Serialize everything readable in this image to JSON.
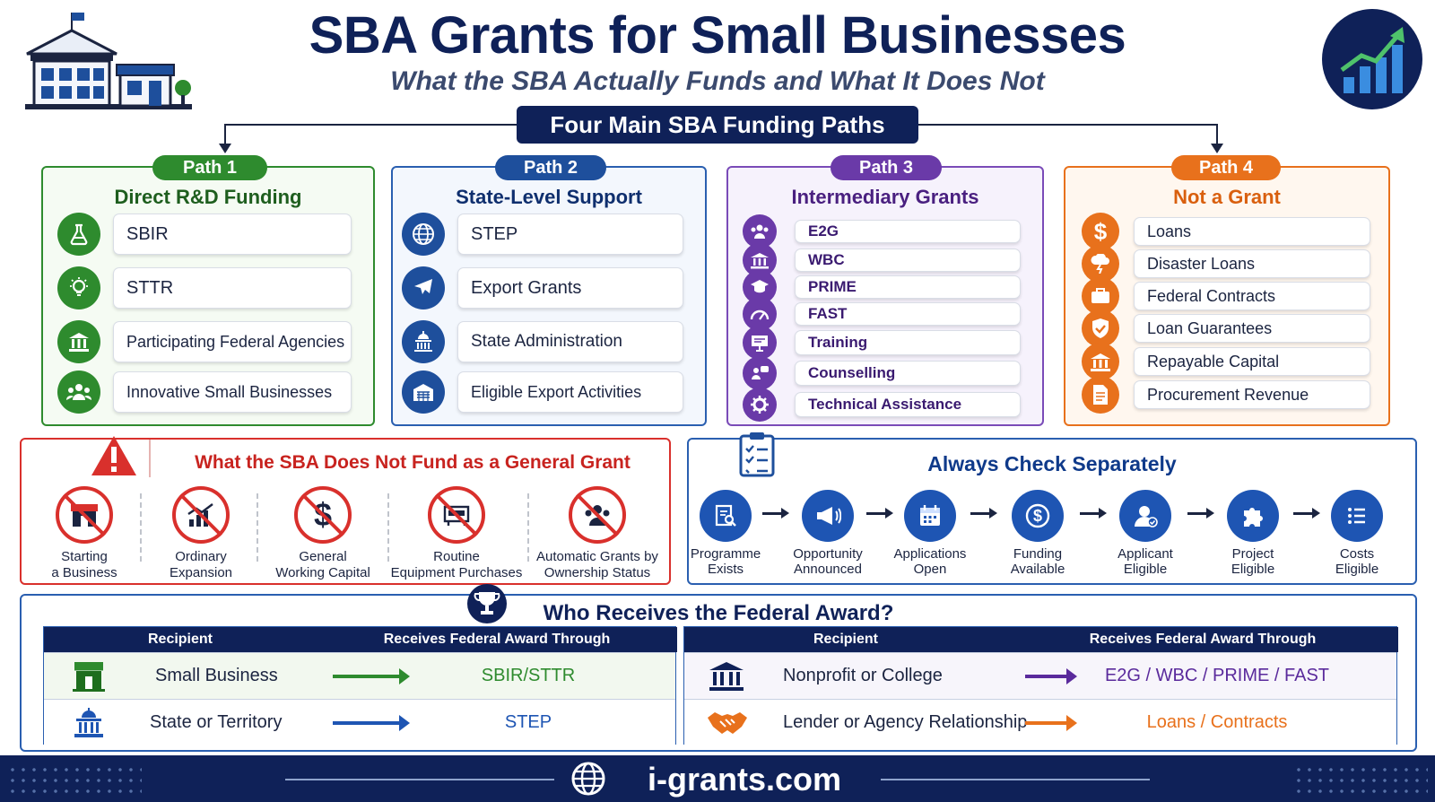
{
  "header": {
    "title": "SBA Grants for Small Businesses",
    "subtitle": "What the SBA Actually Funds and What It Does Not",
    "banner": "Four Main SBA Funding Paths"
  },
  "paths": [
    {
      "badge": "Path 1",
      "title": "Direct R&D Funding",
      "color": "#2e8b2e",
      "items": [
        {
          "label": "SBIR",
          "icon": "flask-icon"
        },
        {
          "label": "STTR",
          "icon": "lightbulb-icon"
        },
        {
          "label": "Participating Federal Agencies",
          "icon": "building-icon"
        },
        {
          "label": "Innovative Small Businesses",
          "icon": "people-icon"
        }
      ]
    },
    {
      "badge": "Path 2",
      "title": "State-Level Support",
      "color": "#1e4f9c",
      "items": [
        {
          "label": "STEP",
          "icon": "globe-icon"
        },
        {
          "label": "Export Grants",
          "icon": "plane-icon"
        },
        {
          "label": "State Administration",
          "icon": "capitol-icon"
        },
        {
          "label": "Eligible Export Activities",
          "icon": "warehouse-icon"
        }
      ]
    },
    {
      "badge": "Path 3",
      "title": "Intermediary Grants",
      "color": "#6a3aa8",
      "items": [
        {
          "label": "E2G",
          "icon": "group-icon"
        },
        {
          "label": "WBC",
          "icon": "building-icon"
        },
        {
          "label": "PRIME",
          "icon": "graduation-icon"
        },
        {
          "label": "FAST",
          "icon": "gauge-icon"
        },
        {
          "label": "Training",
          "icon": "presentation-icon"
        },
        {
          "label": "Counselling",
          "icon": "chat-icon"
        },
        {
          "label": "Technical Assistance",
          "icon": "gear-icon"
        }
      ]
    },
    {
      "badge": "Path 4",
      "title": "Not a Grant",
      "color": "#e8711c",
      "items": [
        {
          "label": "Loans",
          "icon": "dollar-icon"
        },
        {
          "label": "Disaster Loans",
          "icon": "storm-icon"
        },
        {
          "label": "Federal Contracts",
          "icon": "briefcase-icon"
        },
        {
          "label": "Loan Guarantees",
          "icon": "shield-check-icon"
        },
        {
          "label": "Repayable Capital",
          "icon": "bank-icon"
        },
        {
          "label": "Procurement Revenue",
          "icon": "document-icon"
        }
      ]
    }
  ],
  "not_fund": {
    "title": "What the SBA Does Not Fund as a General Grant",
    "items": [
      {
        "line1": "Starting",
        "line2": "a Business",
        "icon": "storefront-icon"
      },
      {
        "line1": "Ordinary",
        "line2": "Expansion",
        "icon": "growth-chart-icon"
      },
      {
        "line1": "General",
        "line2": "Working Capital",
        "icon": "dollar-icon"
      },
      {
        "line1": "Routine",
        "line2": "Equipment Purchases",
        "icon": "equipment-icon"
      },
      {
        "line1": "Automatic Grants by",
        "line2": "Ownership Status",
        "icon": "people-icon"
      }
    ]
  },
  "check": {
    "title": "Always Check Separately",
    "steps": [
      {
        "line1": "Programme",
        "line2": "Exists",
        "icon": "document-search-icon"
      },
      {
        "line1": "Opportunity",
        "line2": "Announced",
        "icon": "megaphone-icon"
      },
      {
        "line1": "Applications",
        "line2": "Open",
        "icon": "calendar-icon"
      },
      {
        "line1": "Funding",
        "line2": "Available",
        "icon": "dollar-icon"
      },
      {
        "line1": "Applicant",
        "line2": "Eligible",
        "icon": "user-check-icon"
      },
      {
        "line1": "Project",
        "line2": "Eligible",
        "icon": "puzzle-icon"
      },
      {
        "line1": "Costs",
        "line2": "Eligible",
        "icon": "checklist-icon"
      }
    ]
  },
  "who": {
    "title": "Who Receives the Federal Award?",
    "col_recipient": "Recipient",
    "col_through": "Receives Federal Award Through",
    "left_rows": [
      {
        "recipient": "Small Business",
        "through": "SBIR/STTR",
        "color": "#2e8b2e",
        "icon": "store-icon"
      },
      {
        "recipient": "State or Territory",
        "through": "STEP",
        "color": "#1e55b3",
        "icon": "capitol-icon"
      }
    ],
    "right_rows": [
      {
        "recipient": "Nonprofit or College",
        "through": "E2G / WBC / PRIME / FAST",
        "color": "#5a2a9c",
        "icon": "institution-icon"
      },
      {
        "recipient": "Lender or Agency Relationship",
        "through": "Loans / Contracts",
        "color": "#e8711c",
        "icon": "handshake-icon"
      }
    ]
  },
  "footer": {
    "site": "i-grants.com"
  }
}
